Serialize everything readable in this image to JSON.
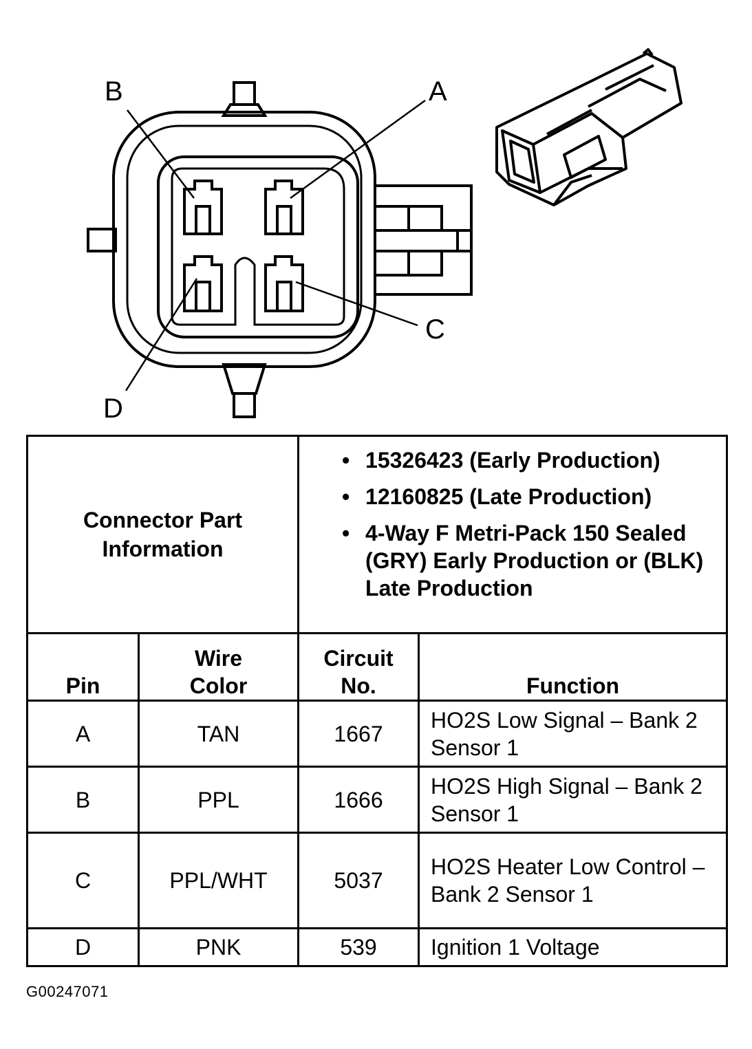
{
  "pins": {
    "a": "A",
    "b": "B",
    "c": "C",
    "d": "D"
  },
  "connector_info": {
    "label_line1": "Connector Part",
    "label_line2": "Information",
    "parts": [
      "15326423 (Early Production)",
      "12160825 (Late Production)",
      "4-Way F Metri-Pack 150 Sealed (GRY) Early Production or (BLK) Late Production"
    ]
  },
  "columns": {
    "pin": "Pin",
    "wire_color_line1": "Wire",
    "wire_color_line2": "Color",
    "circuit_line1": "Circuit",
    "circuit_line2": "No.",
    "function": "Function"
  },
  "rows": [
    {
      "pin": "A",
      "color": "TAN",
      "circuit": "1667",
      "function": "HO2S Low Signal – Bank 2 Sensor 1"
    },
    {
      "pin": "B",
      "color": "PPL",
      "circuit": "1666",
      "function": "HO2S High Signal – Bank 2 Sensor 1"
    },
    {
      "pin": "C",
      "color": "PPL/WHT",
      "circuit": "5037",
      "function": "HO2S Heater Low Control – Bank 2 Sensor 1"
    },
    {
      "pin": "D",
      "color": "PNK",
      "circuit": "539",
      "function": "Ignition 1 Voltage"
    }
  ],
  "figure_id": "G00247071"
}
